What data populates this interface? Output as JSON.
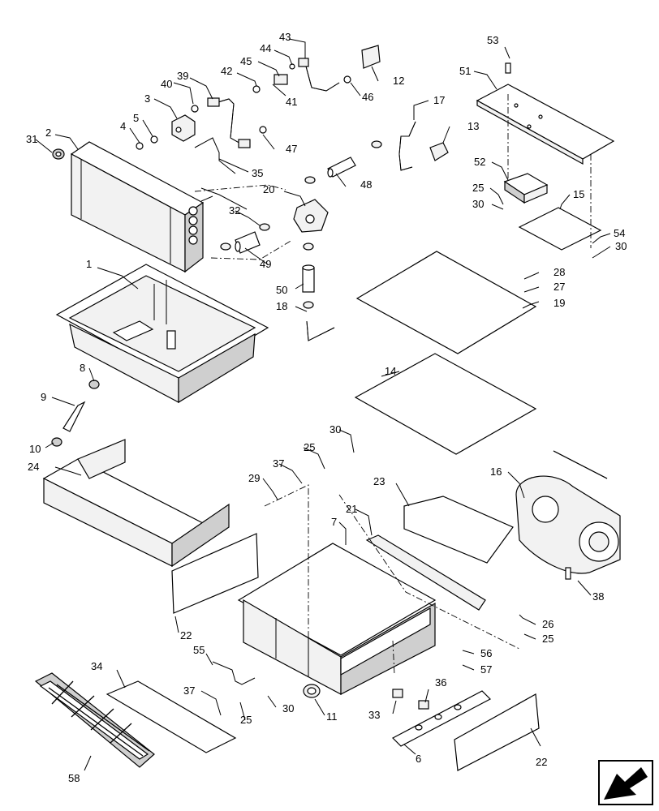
{
  "callouts": [
    {
      "id": "p1",
      "text": "1"
    },
    {
      "id": "p2",
      "text": "2"
    },
    {
      "id": "p3",
      "text": "3"
    },
    {
      "id": "p4",
      "text": "4"
    },
    {
      "id": "p5",
      "text": "5"
    },
    {
      "id": "p6",
      "text": "6"
    },
    {
      "id": "p7",
      "text": "7"
    },
    {
      "id": "p8",
      "text": "8"
    },
    {
      "id": "p9",
      "text": "9"
    },
    {
      "id": "p10",
      "text": "10"
    },
    {
      "id": "p11",
      "text": "11"
    },
    {
      "id": "p12",
      "text": "12"
    },
    {
      "id": "p13",
      "text": "13"
    },
    {
      "id": "p14",
      "text": "14"
    },
    {
      "id": "p15",
      "text": "15"
    },
    {
      "id": "p16",
      "text": "16"
    },
    {
      "id": "p17",
      "text": "17"
    },
    {
      "id": "p18",
      "text": "18"
    },
    {
      "id": "p19",
      "text": "19"
    },
    {
      "id": "p20",
      "text": "20"
    },
    {
      "id": "p21",
      "text": "21"
    },
    {
      "id": "p22a",
      "text": "22"
    },
    {
      "id": "p22b",
      "text": "22"
    },
    {
      "id": "p23",
      "text": "23"
    },
    {
      "id": "p24",
      "text": "24"
    },
    {
      "id": "p25a",
      "text": "25"
    },
    {
      "id": "p25b",
      "text": "25"
    },
    {
      "id": "p25c",
      "text": "25"
    },
    {
      "id": "p25d",
      "text": "25"
    },
    {
      "id": "p26",
      "text": "26"
    },
    {
      "id": "p27",
      "text": "27"
    },
    {
      "id": "p28",
      "text": "28"
    },
    {
      "id": "p29",
      "text": "29"
    },
    {
      "id": "p30a",
      "text": "30"
    },
    {
      "id": "p30b",
      "text": "30"
    },
    {
      "id": "p30c",
      "text": "30"
    },
    {
      "id": "p30d",
      "text": "30"
    },
    {
      "id": "p31",
      "text": "31"
    },
    {
      "id": "p32",
      "text": "32"
    },
    {
      "id": "p33",
      "text": "33"
    },
    {
      "id": "p34",
      "text": "34"
    },
    {
      "id": "p35",
      "text": "35"
    },
    {
      "id": "p36",
      "text": "36"
    },
    {
      "id": "p37a",
      "text": "37"
    },
    {
      "id": "p37b",
      "text": "37"
    },
    {
      "id": "p38",
      "text": "38"
    },
    {
      "id": "p39",
      "text": "39"
    },
    {
      "id": "p40",
      "text": "40"
    },
    {
      "id": "p41",
      "text": "41"
    },
    {
      "id": "p42",
      "text": "42"
    },
    {
      "id": "p43",
      "text": "43"
    },
    {
      "id": "p44",
      "text": "44"
    },
    {
      "id": "p45",
      "text": "45"
    },
    {
      "id": "p46",
      "text": "46"
    },
    {
      "id": "p47",
      "text": "47"
    },
    {
      "id": "p48",
      "text": "48"
    },
    {
      "id": "p49",
      "text": "49"
    },
    {
      "id": "p50",
      "text": "50"
    },
    {
      "id": "p51",
      "text": "51"
    },
    {
      "id": "p52",
      "text": "52"
    },
    {
      "id": "p53",
      "text": "53"
    },
    {
      "id": "p54",
      "text": "54"
    },
    {
      "id": "p55",
      "text": "55"
    },
    {
      "id": "p56",
      "text": "56"
    },
    {
      "id": "p57",
      "text": "57"
    },
    {
      "id": "p58",
      "text": "58"
    }
  ],
  "nav_icon": {
    "name": "arrow-icon",
    "color": "#000000"
  }
}
